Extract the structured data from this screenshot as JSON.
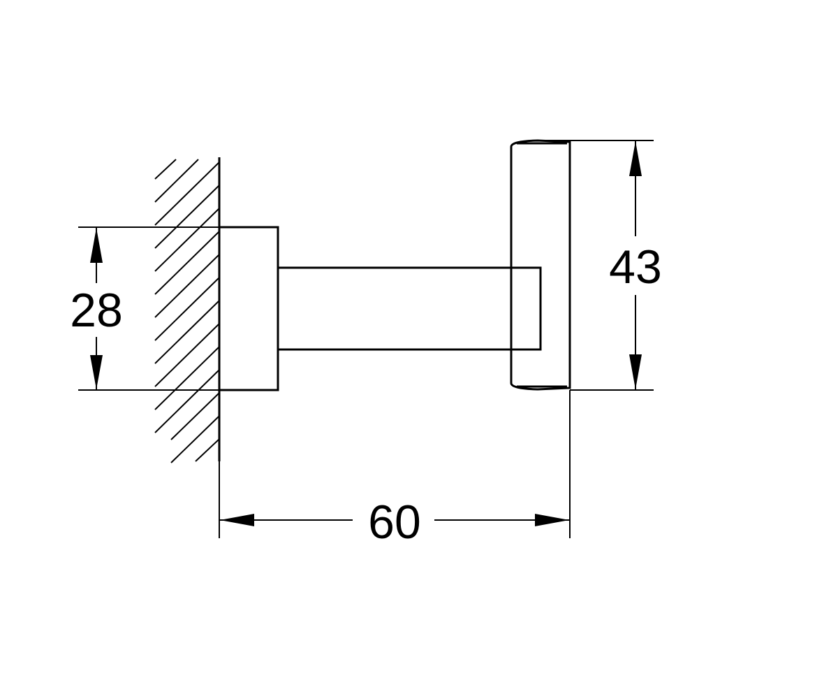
{
  "dimensions": {
    "backplate_height": "28",
    "arm_length": "60",
    "cap_height": "43"
  }
}
